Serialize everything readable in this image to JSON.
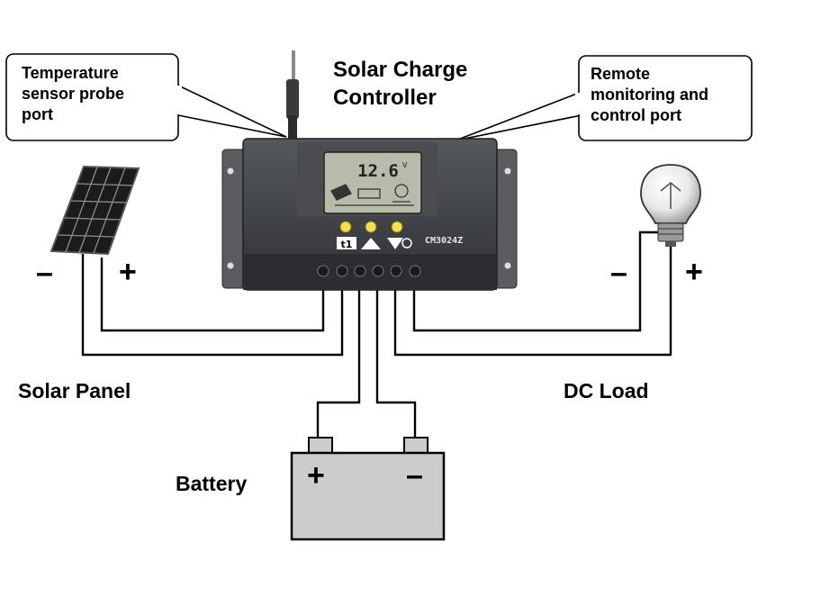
{
  "title": {
    "line1": "Solar Charge",
    "line2": "Controller"
  },
  "callouts": {
    "temperature": {
      "line1": "Temperature",
      "line2": "sensor probe",
      "line3": "port"
    },
    "remote": {
      "line1": "Remote",
      "line2": "monitoring and",
      "line3": "control port"
    }
  },
  "components": {
    "solar_panel": "Solar Panel",
    "dc_load": "DC Load",
    "battery": "Battery"
  },
  "controller": {
    "display_value": "12.6",
    "display_unit": "V",
    "model": "CM3024Z"
  },
  "signs": {
    "panel_negative": "–",
    "panel_positive": "+",
    "load_negative": "–",
    "load_positive": "+",
    "battery_positive": "+",
    "battery_negative": "–"
  },
  "colors": {
    "controller_body": "#3f4145",
    "lcd": "#b7bcaa",
    "battery_fill": "#cccccc",
    "button_yellow": "#f2e14a"
  }
}
